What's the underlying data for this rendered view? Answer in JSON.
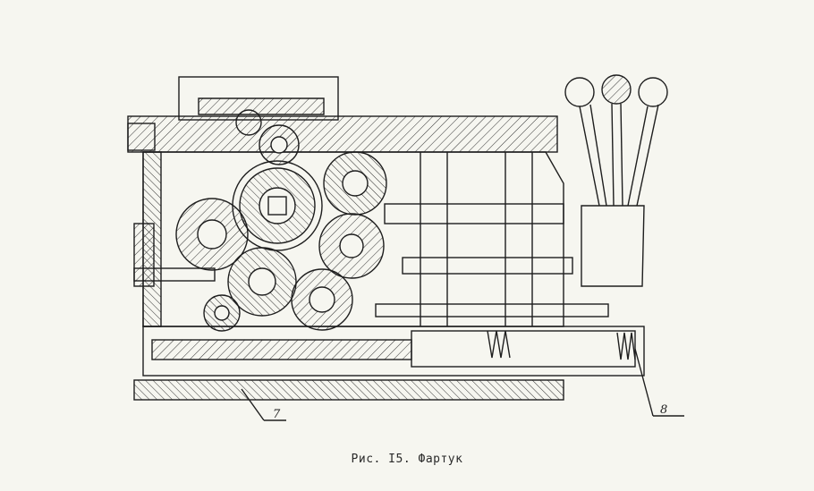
{
  "figure": {
    "caption": "Рис. I5. Фартук",
    "callouts": [
      "7",
      "8"
    ]
  },
  "colors": {
    "paper": "#f6f6f0",
    "ink": "#1e1e1e",
    "hatch": "#333333"
  }
}
